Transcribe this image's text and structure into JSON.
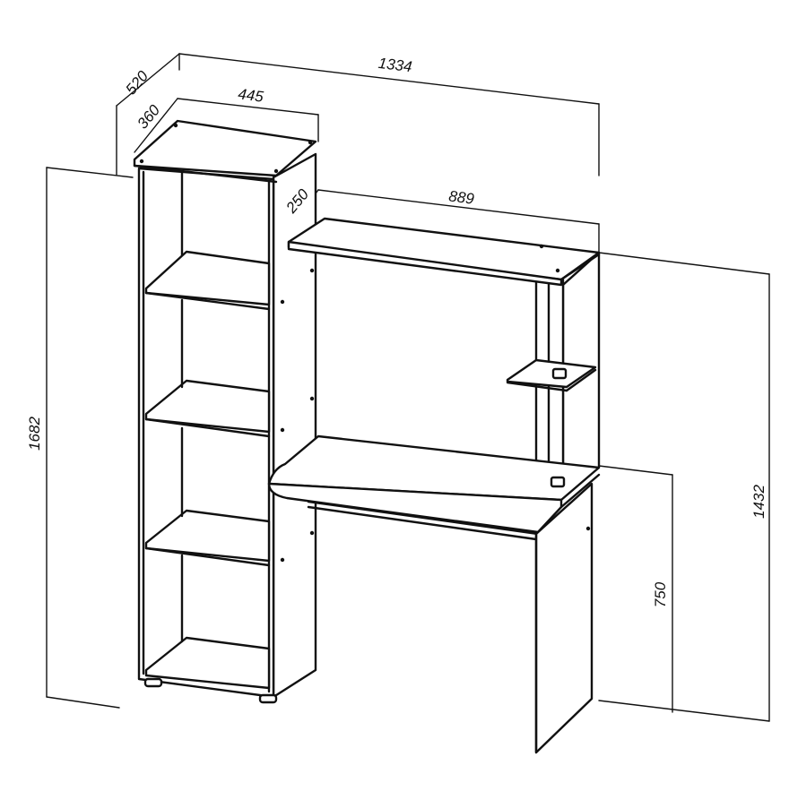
{
  "dimensions": {
    "overall_depth": "520",
    "bookcase_depth": "360",
    "bookcase_width": "445",
    "overall_width": "1334",
    "top_shelf_depth": "250",
    "top_shelf_width": "889",
    "overall_height": "1682",
    "hutch_height": "1432",
    "desk_height": "750"
  }
}
